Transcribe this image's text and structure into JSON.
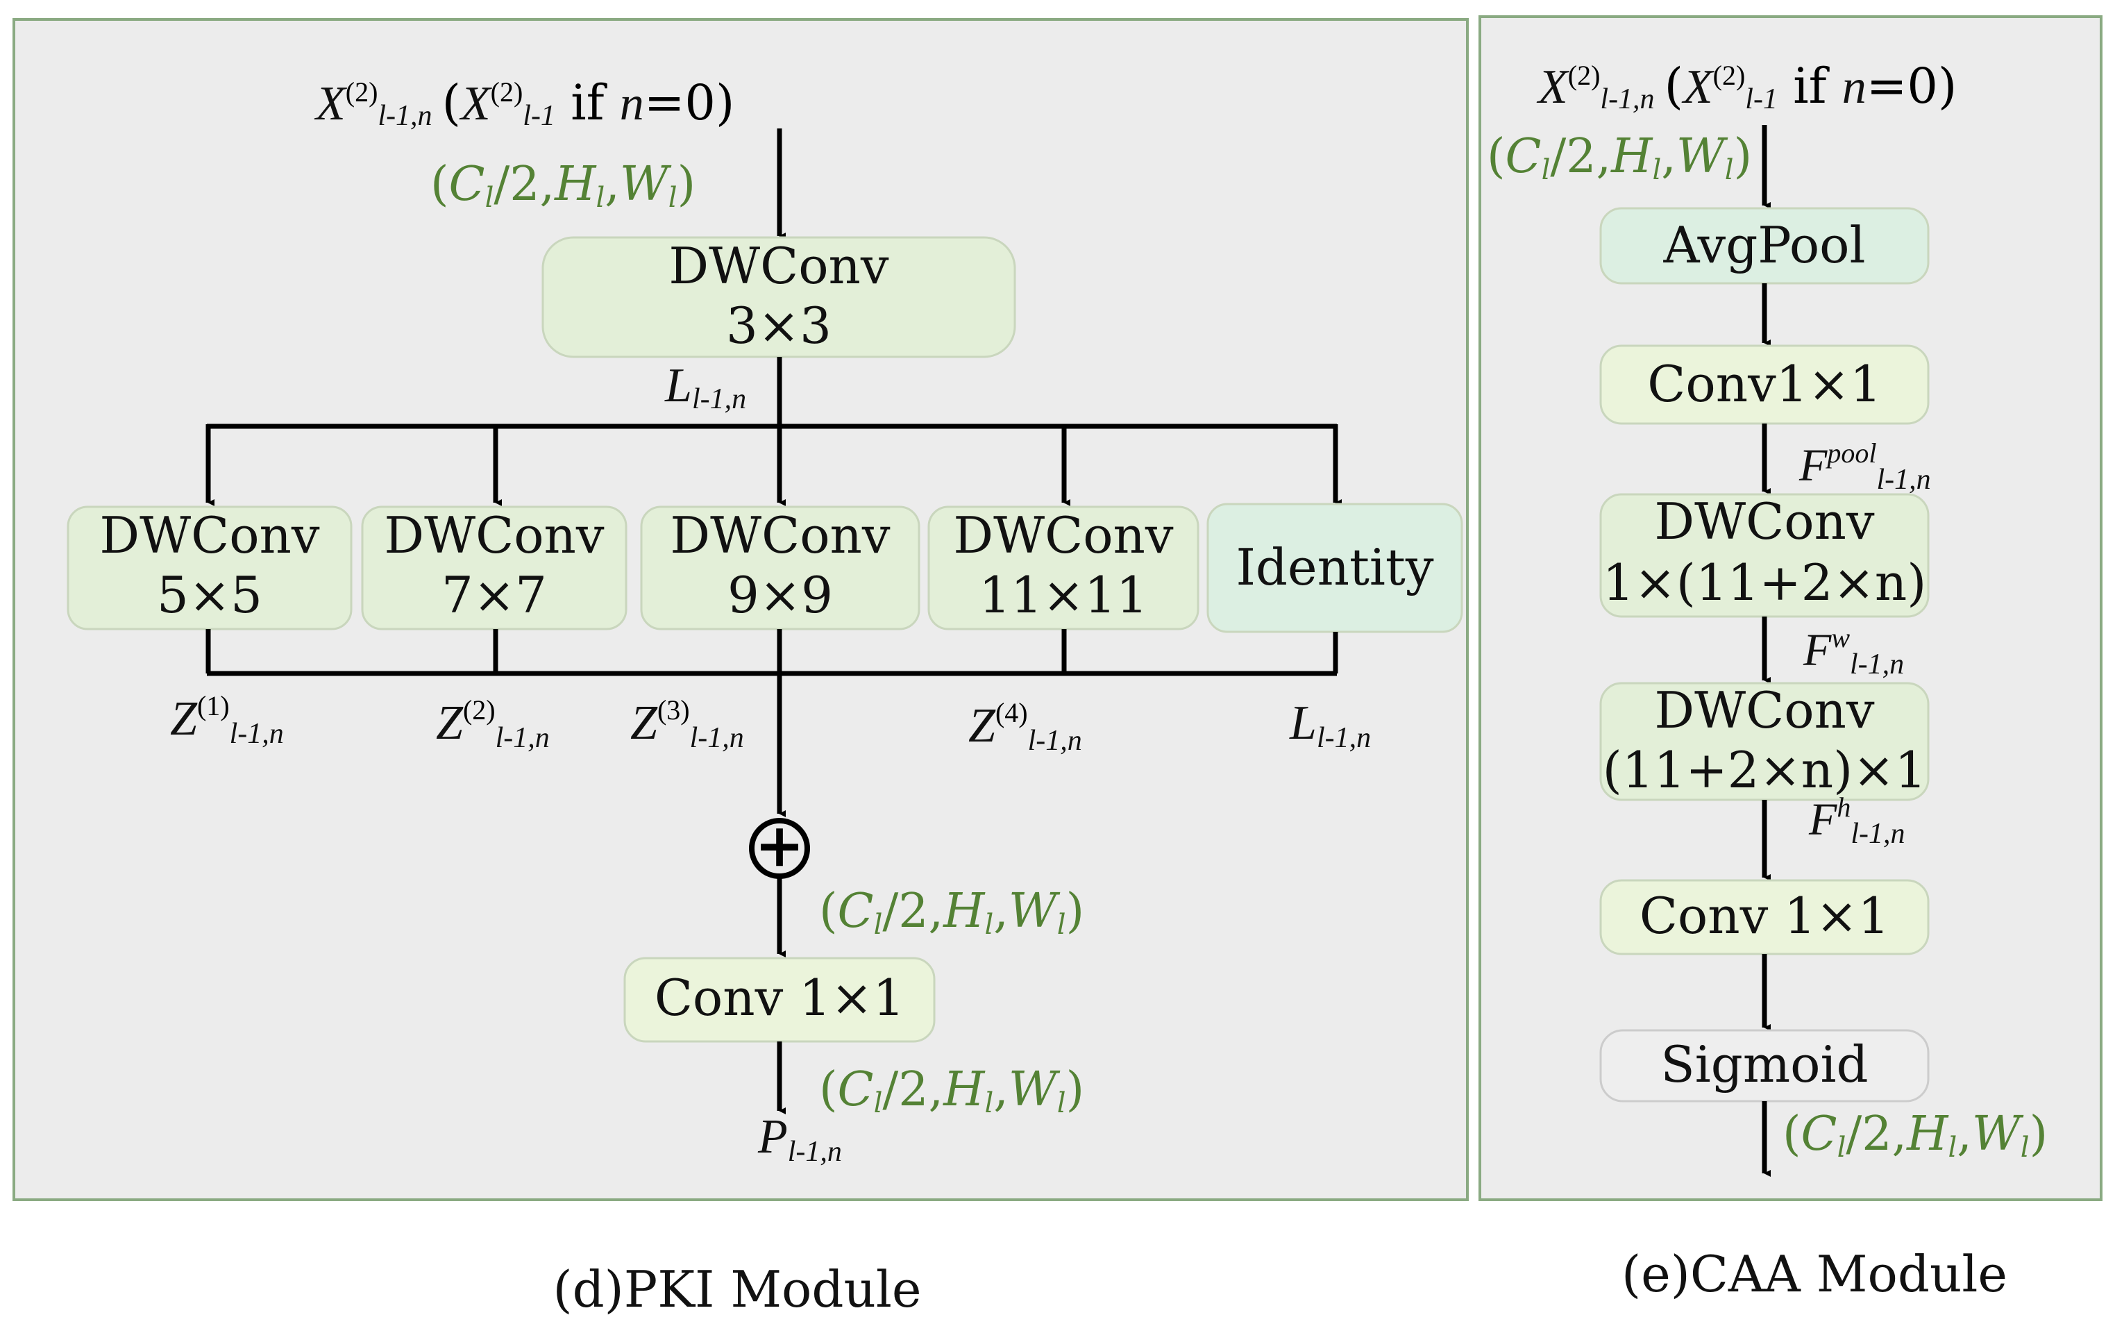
{
  "colors": {
    "panel_fill": "#ececec",
    "panel_border": "#8aaa82",
    "node_fill_green": "#e3efd8",
    "node_fill_lime": "#ebf4db",
    "node_fill_teal": "#dcefe2",
    "node_fill_gray": "#eeeeee",
    "node_border": "#c9d6bd",
    "dim_text": "#548235",
    "arrow": "#000000"
  },
  "pki": {
    "caption": "(d)PKI Module",
    "input": {
      "base1": "X",
      "sup1": "(2)",
      "sub1": "l-1,n",
      "paren_open": "(",
      "base2": "X",
      "sup2": "(2)",
      "sub2": "l-1",
      "if_text": " if ",
      "n_var": "n",
      "cond": "=0)"
    },
    "dim_in": "(C/2,H,W)",
    "dwconv_top": {
      "line1": "DWConv",
      "line2": "3×3"
    },
    "l_label": {
      "base": "L",
      "sub": "l-1,n"
    },
    "branches": [
      {
        "line1": "DWConv",
        "line2": "5×5"
      },
      {
        "line1": "DWConv",
        "line2": "7×7"
      },
      {
        "line1": "DWConv",
        "line2": "9×9"
      },
      {
        "line1": "DWConv",
        "line2": "11×11"
      },
      {
        "line1": "Identity"
      }
    ],
    "z_labels": [
      {
        "base": "Z",
        "sup": "(1)",
        "sub": "l-1,n"
      },
      {
        "base": "Z",
        "sup": "(2)",
        "sub": "l-1,n"
      },
      {
        "base": "Z",
        "sup": "(3)",
        "sub": "l-1,n"
      },
      {
        "base": "Z",
        "sup": "(4)",
        "sub": "l-1,n"
      },
      {
        "base": "L",
        "sub": "l-1,n"
      }
    ],
    "sum_symbol": "+",
    "dim_after_sum": "(C/2,H,W)",
    "conv_final": "Conv 1×1",
    "dim_out": "(C/2,H,W)",
    "output": {
      "base": "P",
      "sub": "l-1,n"
    }
  },
  "caa": {
    "caption": "(e)CAA Module",
    "input": {
      "base1": "X",
      "sup1": "(2)",
      "sub1": "l-1,n",
      "paren_open": "(",
      "base2": "X",
      "sup2": "(2)",
      "sub2": "l-1",
      "if_text": " if ",
      "n_var": "n",
      "cond": "=0)"
    },
    "dim_in": "(C/2,H,W)",
    "avgpool": "AvgPool",
    "conv1": "Conv1×1",
    "f_pool": {
      "base": "F",
      "sup": "pool",
      "sub": "l-1,n"
    },
    "dw_h": {
      "line1": "DWConv",
      "line2": "1×(11+2×n)"
    },
    "f_w": {
      "base": "F",
      "sup": "w",
      "sub": "l-1,n"
    },
    "dw_v": {
      "line1": "DWConv",
      "line2": "(11+2×n)×1"
    },
    "f_h": {
      "base": "F",
      "sup": "h",
      "sub": "l-1,n"
    },
    "conv2": "Conv 1×1",
    "sigmoid": "Sigmoid",
    "dim_out": "(C/2,H,W)"
  }
}
